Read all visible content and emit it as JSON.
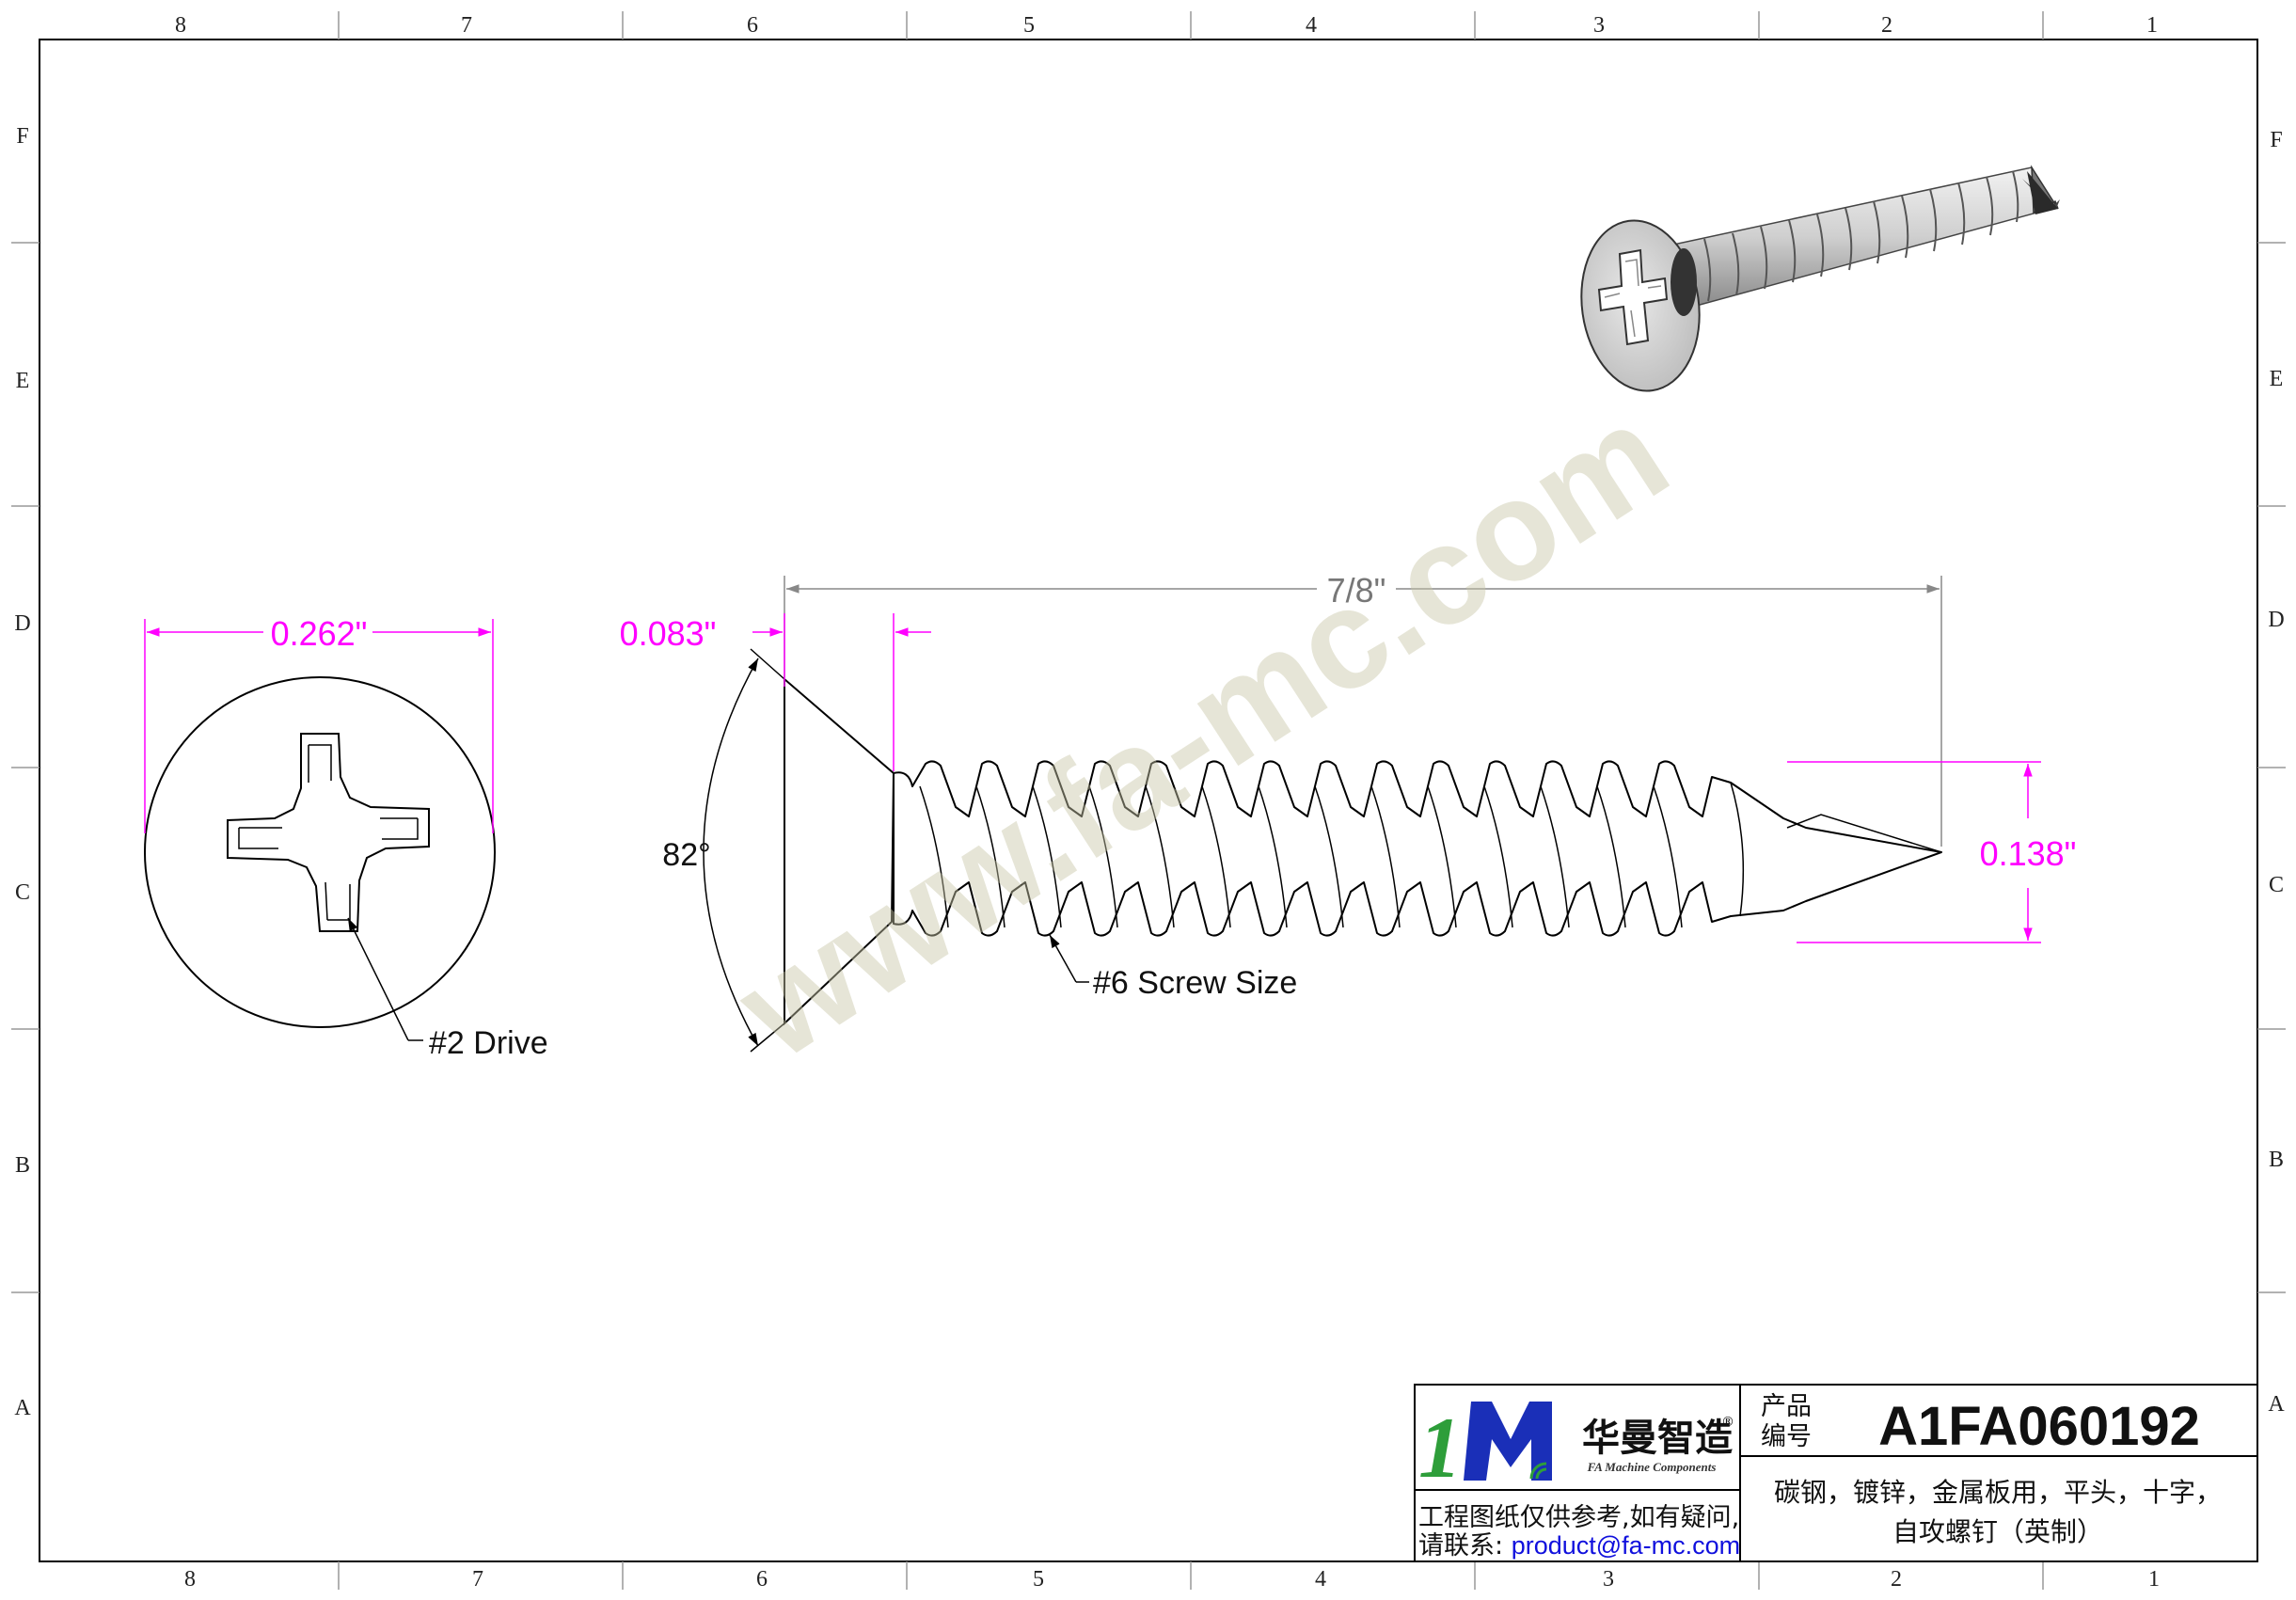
{
  "frame": {
    "columns": [
      "8",
      "7",
      "6",
      "5",
      "4",
      "3",
      "2",
      "1"
    ],
    "rows": [
      "F",
      "E",
      "D",
      "C",
      "B",
      "A"
    ]
  },
  "watermark": "www.fa-mc.com",
  "dimensions": {
    "head_diameter": "0.262\"",
    "head_height": "0.083\"",
    "length": "7/8\"",
    "thread_diameter": "0.138\"",
    "head_angle": "82°"
  },
  "callouts": {
    "drive": "#2 Drive",
    "screw_size": "#6 Screw Size"
  },
  "title_block": {
    "logo_mark": "1M",
    "logo_cn": "华曼智造",
    "logo_registered": "®",
    "logo_en": "FA Machine Components",
    "part_label_line1": "产品",
    "part_label_line2": "编号",
    "part_number": "A1FA060192",
    "description_line1": "碳钢，镀锌，金属板用，平头，十字，",
    "description_line2": "自攻螺钉（英制）",
    "notice_line1": "工程图纸仅供参考,如有疑问,",
    "notice_line2_prefix": "请联系: ",
    "email": "product@fa-mc.com"
  },
  "colors": {
    "dimension": "#ff00ff",
    "line": "#000000",
    "logo_green": "#2e9e3a",
    "logo_blue": "#1a2fb8",
    "email": "#1010dd"
  }
}
